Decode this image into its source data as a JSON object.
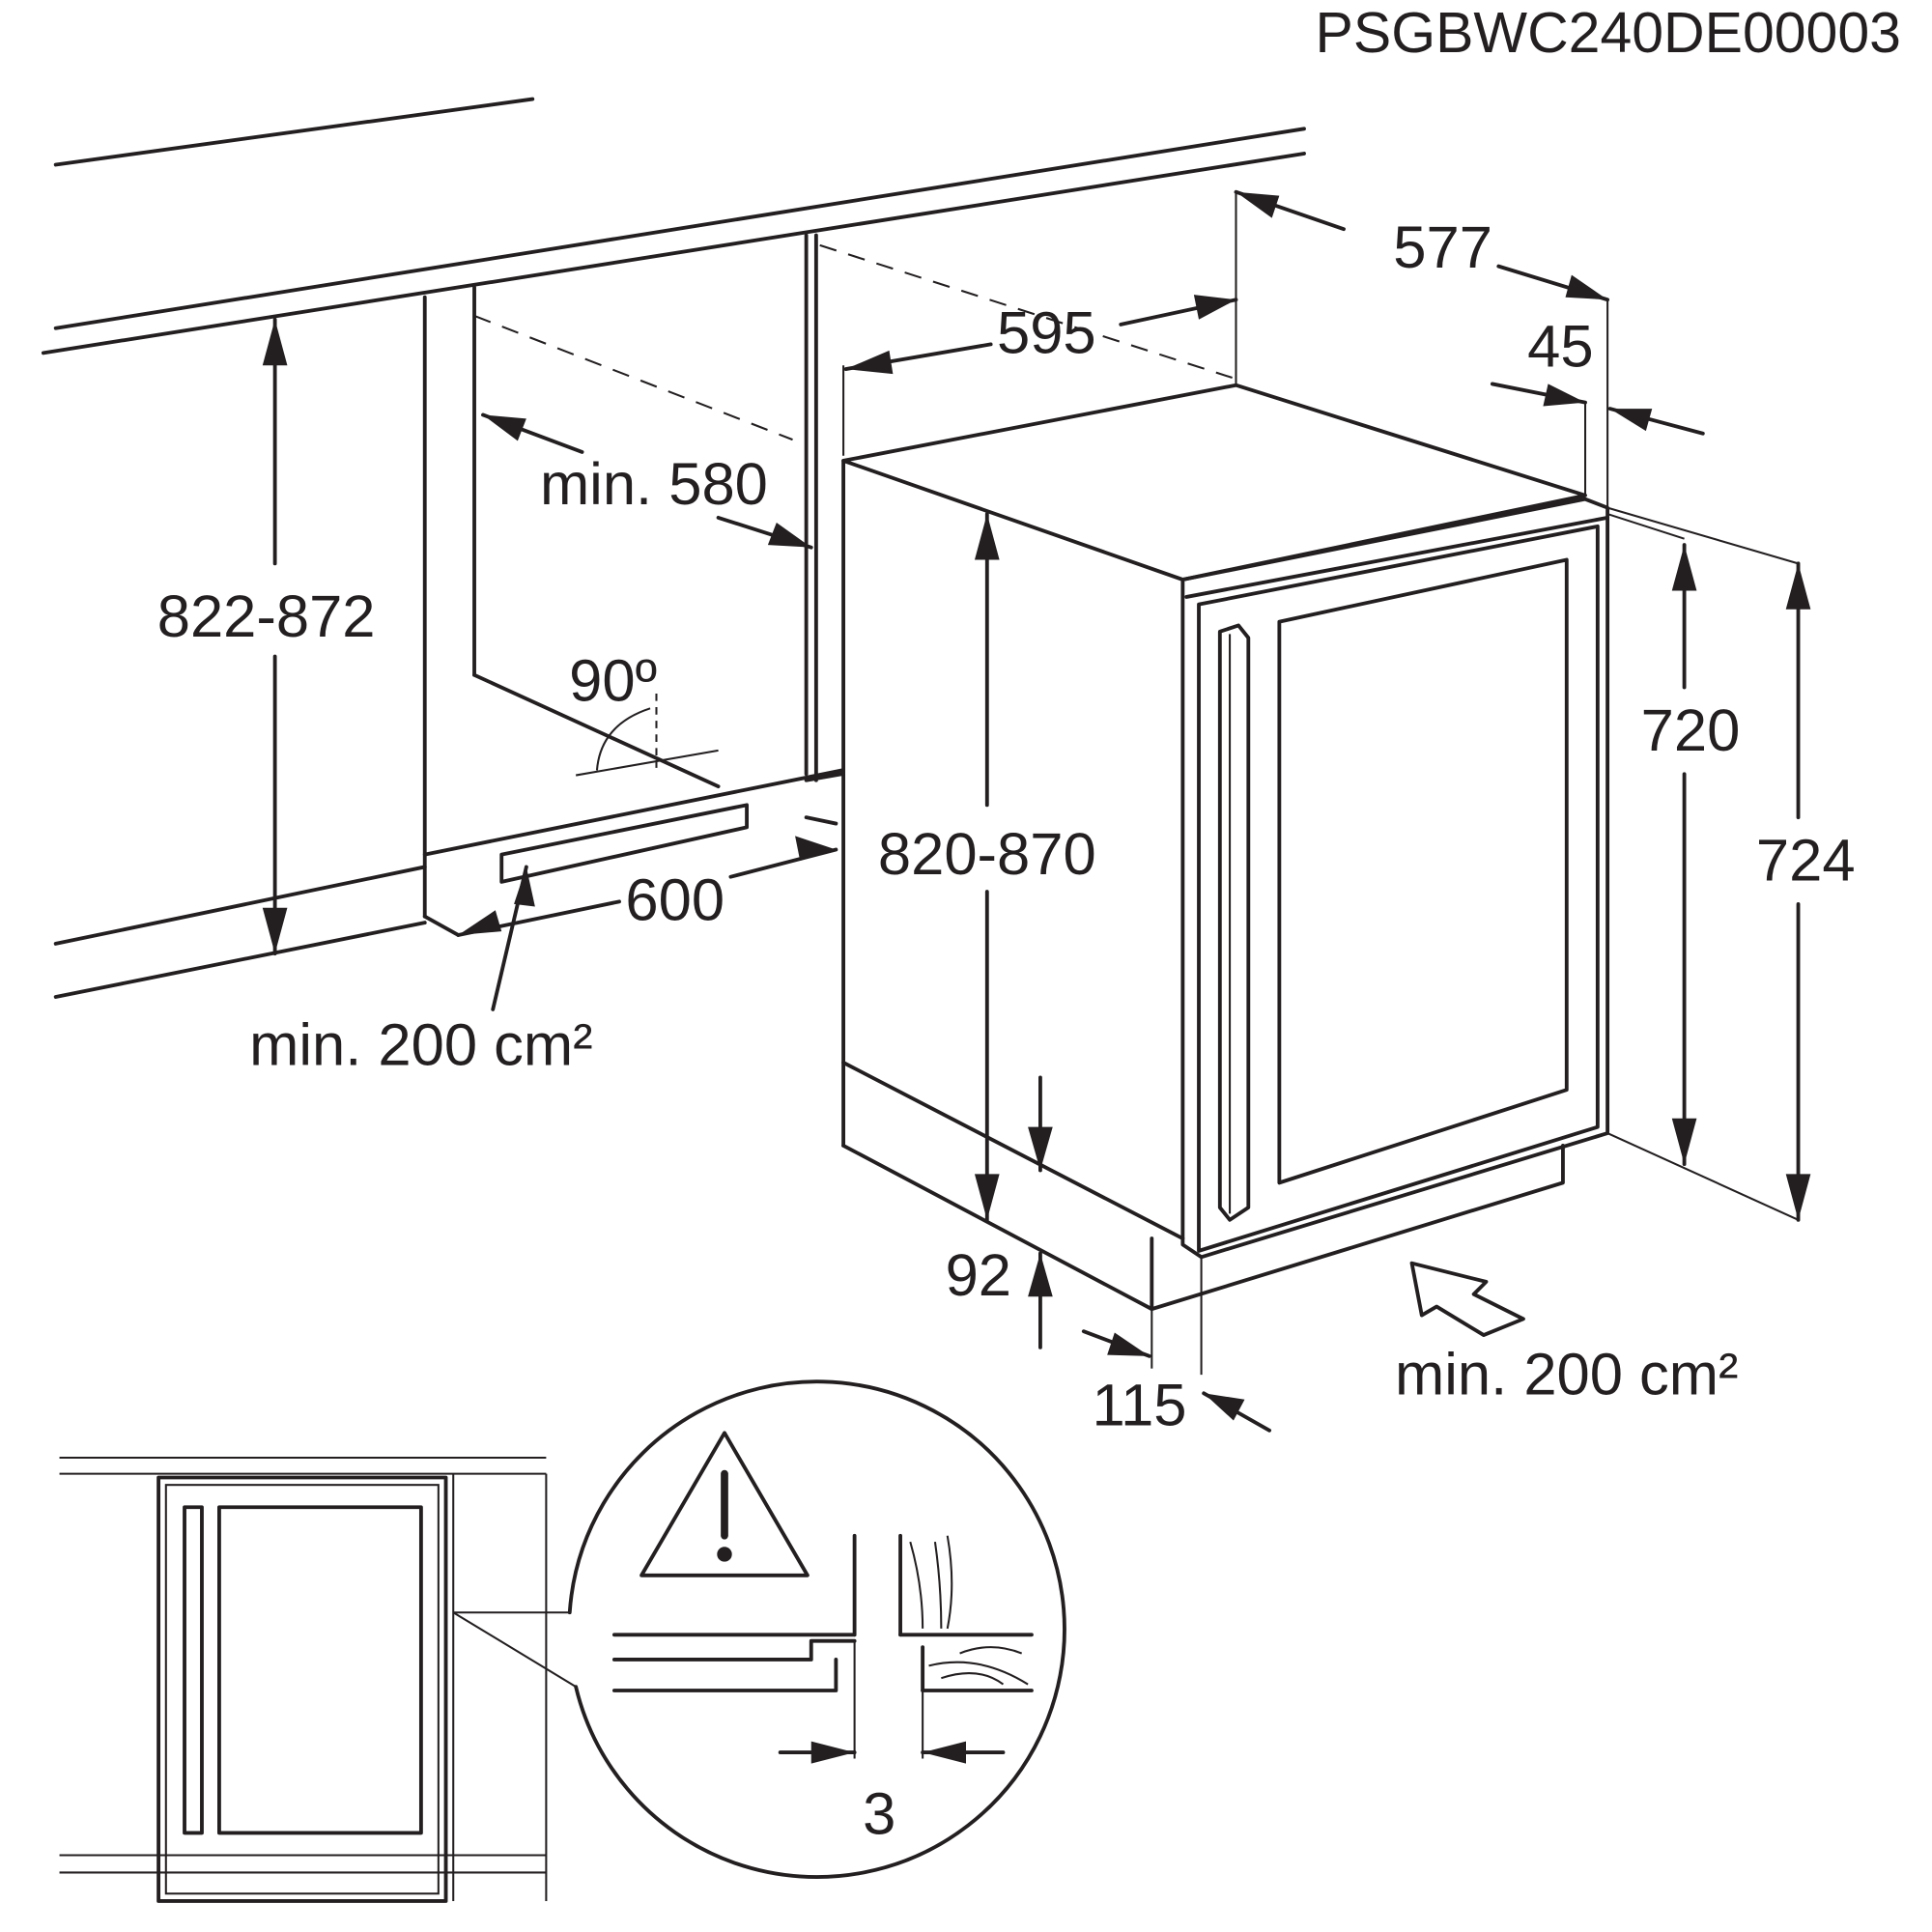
{
  "drawing_code": "PSGBWC240DE00003",
  "dimensions": {
    "niche_height": "822-872",
    "niche_depth": "min. 580",
    "angle": "90º",
    "niche_width": "600",
    "vent_area_top": "min. 200 cm²",
    "appliance_width": "595",
    "appliance_depth": "577",
    "door_offset": "45",
    "appliance_height": "820-870",
    "door_height": "720",
    "total_height": "724",
    "plinth_height": "92",
    "plinth_depth": "115",
    "vent_area_bottom": "min. 200 cm²",
    "gap": "3"
  },
  "colors": {
    "ink": "#231f20",
    "background": "#ffffff"
  }
}
